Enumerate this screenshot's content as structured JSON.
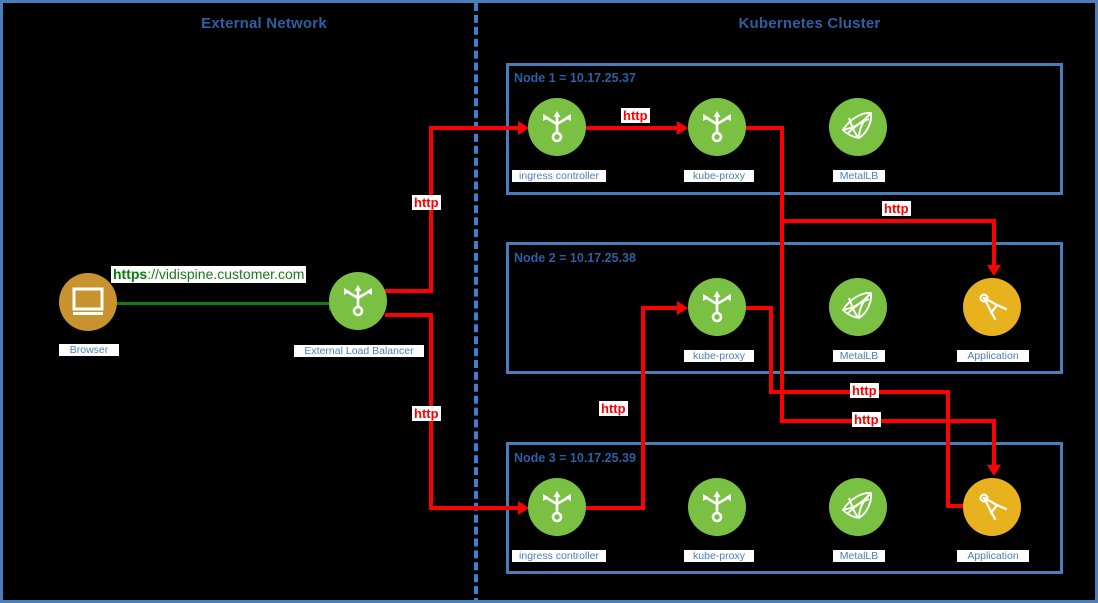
{
  "zones": {
    "external": {
      "title": "External Network"
    },
    "cluster": {
      "title": "Kubernetes Cluster"
    }
  },
  "browser": {
    "caption": "Browser",
    "icon": "monitor-icon",
    "color": "#c8922e"
  },
  "load_balancer": {
    "caption": "External Load Balancer",
    "icon": "proxy-trident-icon",
    "color": "#7ac143"
  },
  "url": {
    "scheme": "https",
    "rest": "://vidispine.customer.com",
    "color": "#1a7a1a"
  },
  "nodes": [
    {
      "label": "Node 1 = 10.17.25.37",
      "components": [
        {
          "caption": "ingress controller",
          "icon": "proxy-trident-icon",
          "color": "#7ac143"
        },
        {
          "caption": "kube-proxy",
          "icon": "proxy-trident-icon",
          "color": "#7ac143"
        },
        {
          "caption": "MetalLB",
          "icon": "mesh-net-icon",
          "color": "#7ac143"
        }
      ]
    },
    {
      "label": "Node 2 = 10.17.25.38",
      "components": [
        {
          "caption": "kube-proxy",
          "icon": "proxy-trident-icon",
          "color": "#7ac143"
        },
        {
          "caption": "MetalLB",
          "icon": "mesh-net-icon",
          "color": "#7ac143"
        },
        {
          "caption": "Application",
          "icon": "compass-divider-icon",
          "color": "#e8b21e"
        }
      ]
    },
    {
      "label": "Node 3 = 10.17.25.39",
      "components": [
        {
          "caption": "ingress controller",
          "icon": "proxy-trident-icon",
          "color": "#7ac143"
        },
        {
          "caption": "kube-proxy",
          "icon": "proxy-trident-icon",
          "color": "#7ac143"
        },
        {
          "caption": "MetalLB",
          "icon": "mesh-net-icon",
          "color": "#7ac143"
        },
        {
          "caption": "Application",
          "icon": "compass-divider-icon",
          "color": "#e8b21e"
        }
      ]
    }
  ],
  "flow_labels": {
    "lb_to_node1": "http",
    "lb_to_node3": "http",
    "ingress1_to_proxy1": "http",
    "proxy1_to_app2": "http",
    "proxy3_to_proxy2": "http",
    "proxy2_to_app3": "http",
    "proxy1_to_app3": "http"
  },
  "colors": {
    "frame_border": "#4a7ebb",
    "zone_title": "#2e5fa3",
    "caption": "#4a7ebb",
    "http": "#ff0000",
    "https": "#127a19",
    "background": "#000000",
    "green_node": "#7ac143",
    "gold_node": "#e8b21e",
    "brown_node": "#c8922e"
  }
}
